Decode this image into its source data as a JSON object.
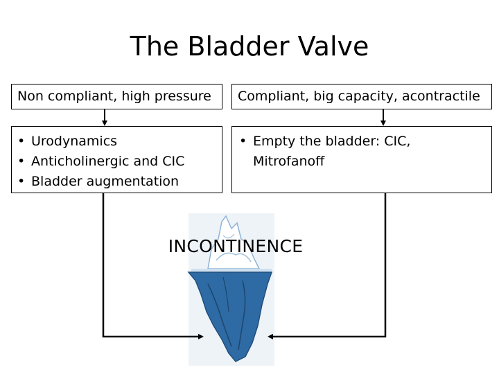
{
  "title": "The Bladder Valve",
  "left": {
    "header": "Non compliant, high pressure",
    "bullets": [
      "Urodynamics",
      "Anticholinergic and CIC",
      "Bladder augmentation"
    ]
  },
  "right": {
    "header": "Compliant, big capacity, acontractile",
    "bullets": [
      "Empty the bladder: CIC,\nMitrofanoff"
    ]
  },
  "center_label": "INCONTINENCE",
  "colors": {
    "iceberg_blue": "#2e6aa3",
    "iceberg_light": "#cfe0f0",
    "iceberg_bg": "#eef3f7"
  }
}
